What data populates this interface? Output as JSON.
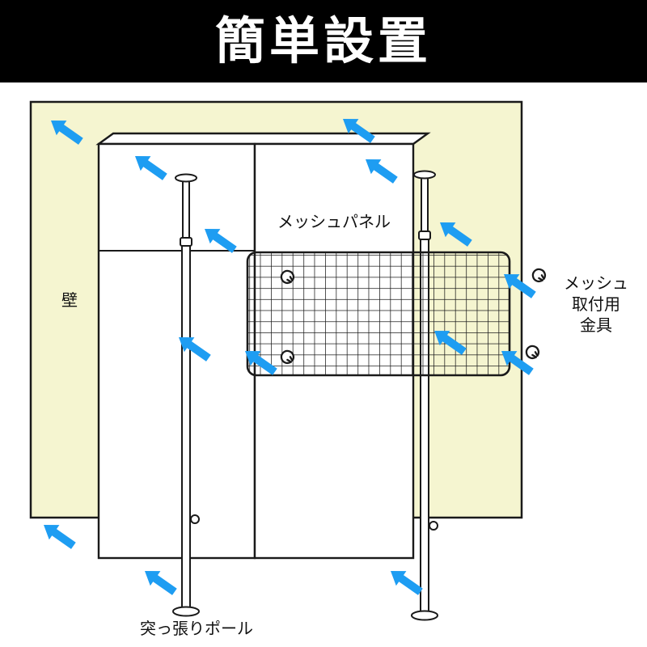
{
  "header": {
    "title": "簡単設置"
  },
  "labels": {
    "wall": "壁",
    "mesh_panel": "メッシュパネル",
    "bracket_line1": "メッシュ",
    "bracket_line2": "取付用",
    "bracket_line3": "金具",
    "pole": "突っ張りポール"
  },
  "colors": {
    "header_bg": "#000000",
    "header_text": "#ffffff",
    "wall_fill": "#f5f5d0",
    "arrow_blue": "#1e9df2",
    "line_black": "#1a1a1a"
  }
}
